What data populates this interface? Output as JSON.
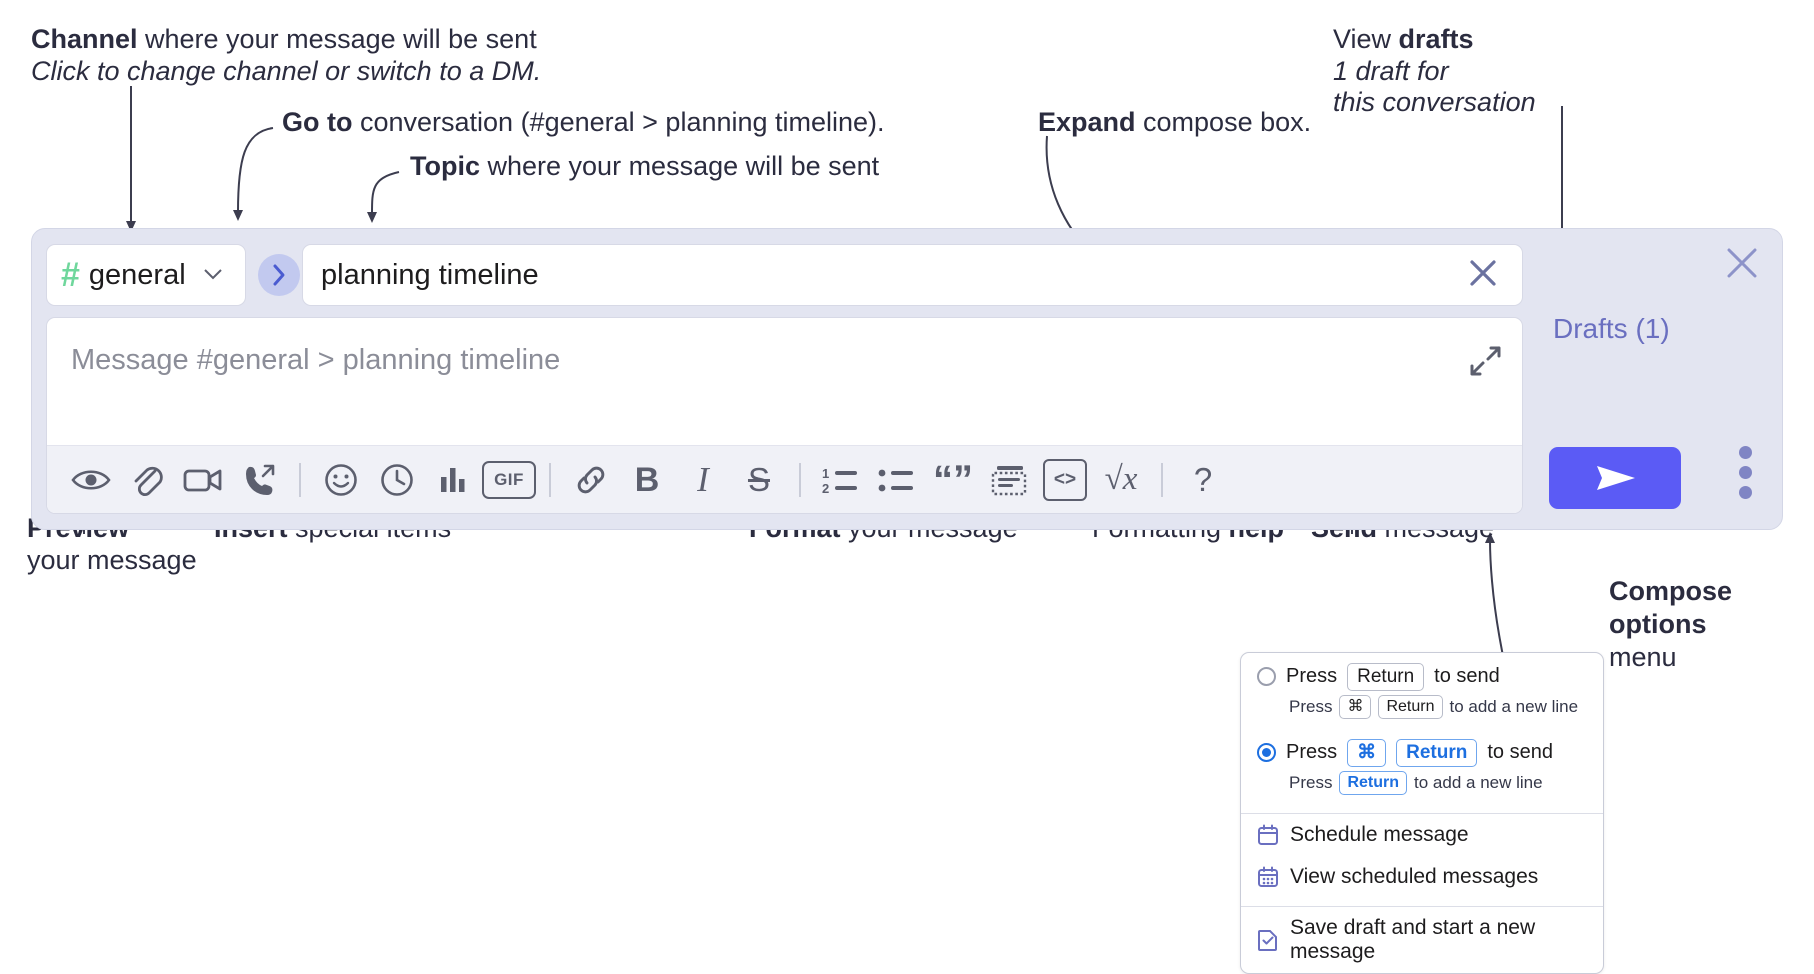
{
  "annotations": {
    "channel": {
      "bold": "Channel",
      "rest": " where your message will be sent",
      "sub": "Click to change channel or switch to a DM."
    },
    "goto": {
      "bold": "Go to",
      "rest": " conversation (#general > planning timeline)."
    },
    "topic": {
      "bold": "Topic",
      "rest": " where your message will be sent"
    },
    "expand": {
      "bold": "Expand",
      "rest": " compose box."
    },
    "drafts": {
      "plain": "View ",
      "bold": "drafts",
      "sub1": "1 draft for",
      "sub2": "this conversation"
    },
    "preview": {
      "bold": "Preview",
      "sub": "your message"
    },
    "insert": {
      "bold": "Insert",
      "rest": " special items"
    },
    "format": {
      "bold": "Format",
      "rest": " your message"
    },
    "help": {
      "plain": "Formatting ",
      "bold": "help"
    },
    "send": {
      "bold": "Send",
      "rest": " message"
    },
    "options": {
      "bold1": "Compose",
      "bold2": "options",
      "rest": "menu"
    }
  },
  "compose": {
    "channel_name": "general",
    "hash_icon": "#",
    "chevron_icon": "chevron-down",
    "goto_icon": "chevron-right",
    "topic_value": "planning timeline",
    "message_placeholder": "Message #general > planning timeline",
    "drafts_label": "Drafts (1)",
    "toolbar": [
      {
        "name": "preview-icon",
        "kind": "svg",
        "label": "preview"
      },
      {
        "name": "attachment-icon",
        "kind": "svg",
        "label": "attach file"
      },
      {
        "name": "video-icon",
        "kind": "svg",
        "label": "video clip"
      },
      {
        "name": "audio-call-icon",
        "kind": "svg",
        "label": "audio clip"
      },
      {
        "name": "separator",
        "kind": "sep",
        "label": ""
      },
      {
        "name": "emoji-icon",
        "kind": "svg",
        "label": "emoji"
      },
      {
        "name": "clock-icon",
        "kind": "svg",
        "label": "reminder"
      },
      {
        "name": "poll-icon",
        "kind": "svg",
        "label": "poll"
      },
      {
        "name": "gif-icon",
        "kind": "gif",
        "label": "GIF"
      },
      {
        "name": "separator",
        "kind": "sep",
        "label": ""
      },
      {
        "name": "link-icon",
        "kind": "svg",
        "label": "link"
      },
      {
        "name": "bold-icon",
        "kind": "text",
        "label": "B"
      },
      {
        "name": "italic-icon",
        "kind": "text",
        "label": "I"
      },
      {
        "name": "strikethrough-icon",
        "kind": "text",
        "label": "S"
      },
      {
        "name": "separator",
        "kind": "sep",
        "label": ""
      },
      {
        "name": "ordered-list-icon",
        "kind": "svg",
        "label": "ordered list"
      },
      {
        "name": "bullet-list-icon",
        "kind": "svg",
        "label": "bulleted list"
      },
      {
        "name": "blockquote-icon",
        "kind": "text",
        "label": "“”"
      },
      {
        "name": "code-block-icon",
        "kind": "svg",
        "label": "code block"
      },
      {
        "name": "code-icon",
        "kind": "code",
        "label": "<>"
      },
      {
        "name": "math-icon",
        "kind": "text",
        "label": "√x"
      },
      {
        "name": "separator",
        "kind": "sep",
        "label": ""
      },
      {
        "name": "help-icon",
        "kind": "text",
        "label": "?"
      }
    ],
    "send_icon": "paper-plane",
    "kebab_icon": "more-vertical",
    "close_icon": "close-x",
    "clear_topic_icon": "close-x",
    "expand_icon": "expand-arrows"
  },
  "popup": {
    "option1": {
      "pre": "Press",
      "key": "Return",
      "post": "to send",
      "selected": false,
      "sub_pre": "Press",
      "sub_key1": "⌘",
      "sub_key2": "Return",
      "sub_post": "to add a new line"
    },
    "option2": {
      "pre": "Press",
      "key1": "⌘",
      "key2": "Return",
      "post": "to send",
      "selected": true,
      "sub_pre": "Press",
      "sub_key": "Return",
      "sub_post": "to add a new line"
    },
    "items": [
      {
        "icon": "calendar-icon",
        "label": "Schedule message"
      },
      {
        "icon": "calendar-grid-icon",
        "label": "View scheduled messages"
      },
      {
        "icon": "save-draft-icon",
        "label": "Save draft and start a new message"
      }
    ]
  },
  "colors": {
    "accent_purple": "#5b5bf5",
    "draft_text": "#6a6fc0",
    "hash_green": "#6fd79c",
    "compose_bg": "#e3e5f1",
    "toolbar_bg": "#f0f1f7",
    "ink": "#2b2c3f",
    "radio_blue": "#1d6fe0"
  }
}
